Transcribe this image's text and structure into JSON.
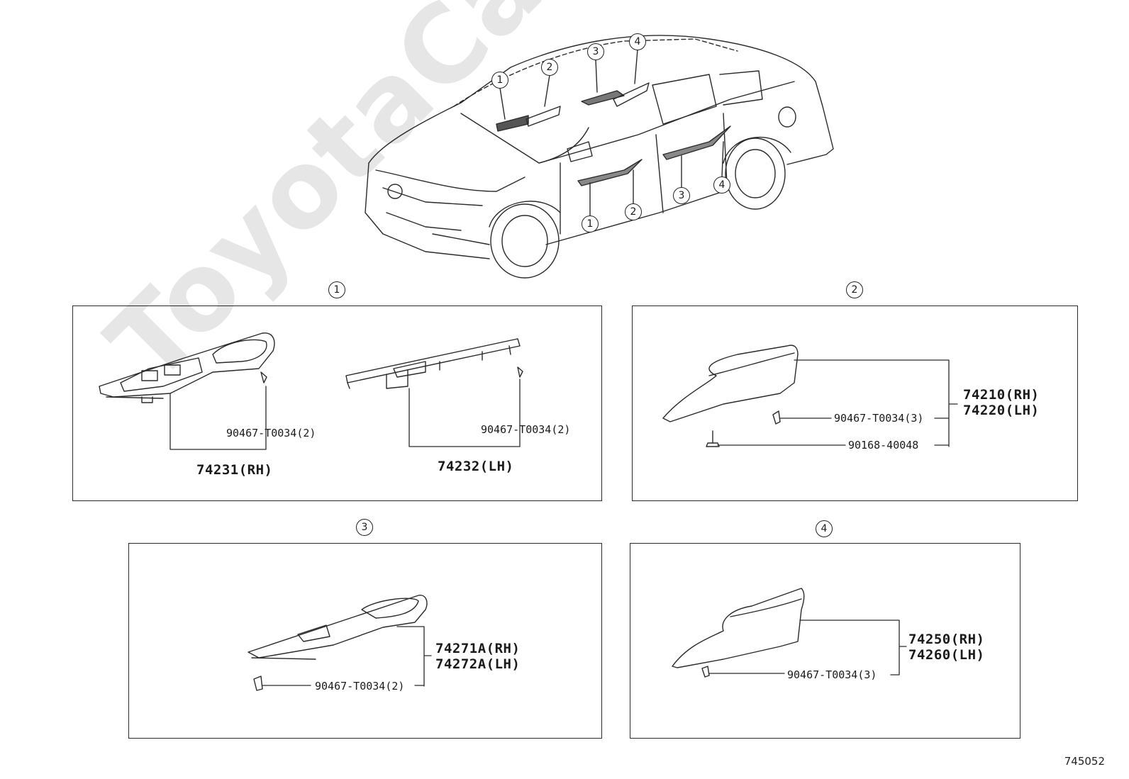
{
  "watermark": "ToyotaCarMine.ru",
  "diagram_id": "745052",
  "overview_callouts": [
    "1",
    "2",
    "3",
    "4"
  ],
  "panels": [
    {
      "key": "1",
      "label": "1",
      "parts": [
        {
          "number": "74231(RH)",
          "clip": "90467-T0034(2)"
        },
        {
          "number": "74232(LH)",
          "clip": "90467-T0034(2)"
        }
      ]
    },
    {
      "key": "2",
      "label": "2",
      "part_rh": "74210(RH)",
      "part_lh": "74220(LH)",
      "clip": "90467-T0034(3)",
      "screw": "90168-40048"
    },
    {
      "key": "3",
      "label": "3",
      "part_rh": "74271A(RH)",
      "part_lh": "74272A(LH)",
      "clip": "90467-T0034(2)"
    },
    {
      "key": "4",
      "label": "4",
      "part_rh": "74250(RH)",
      "part_lh": "74260(LH)",
      "clip": "90467-T0034(3)"
    }
  ]
}
